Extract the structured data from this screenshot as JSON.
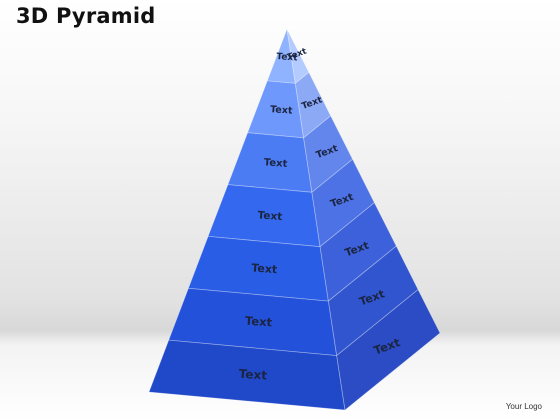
{
  "title": "3D Pyramid",
  "logo_text": "Your Logo",
  "colors": {
    "front": [
      "#8fb3ff",
      "#6e98fb",
      "#4b7cf3",
      "#3468ee",
      "#2a5de6",
      "#2451d9",
      "#2049c9"
    ],
    "side": [
      "#b3cbff",
      "#8ca9f6",
      "#6286ec",
      "#4d72e6",
      "#3c61da",
      "#3155cf",
      "#2b4cc4"
    ]
  },
  "tiers": [
    {
      "front_label": "Text",
      "side_label": "Text"
    },
    {
      "front_label": "Text",
      "side_label": "Text"
    },
    {
      "front_label": "Text",
      "side_label": "Text"
    },
    {
      "front_label": "Text",
      "side_label": "Text"
    },
    {
      "front_label": "Text",
      "side_label": "Text"
    },
    {
      "front_label": "Text",
      "side_label": "Text"
    },
    {
      "front_label": "Text",
      "side_label": "Text"
    }
  ]
}
